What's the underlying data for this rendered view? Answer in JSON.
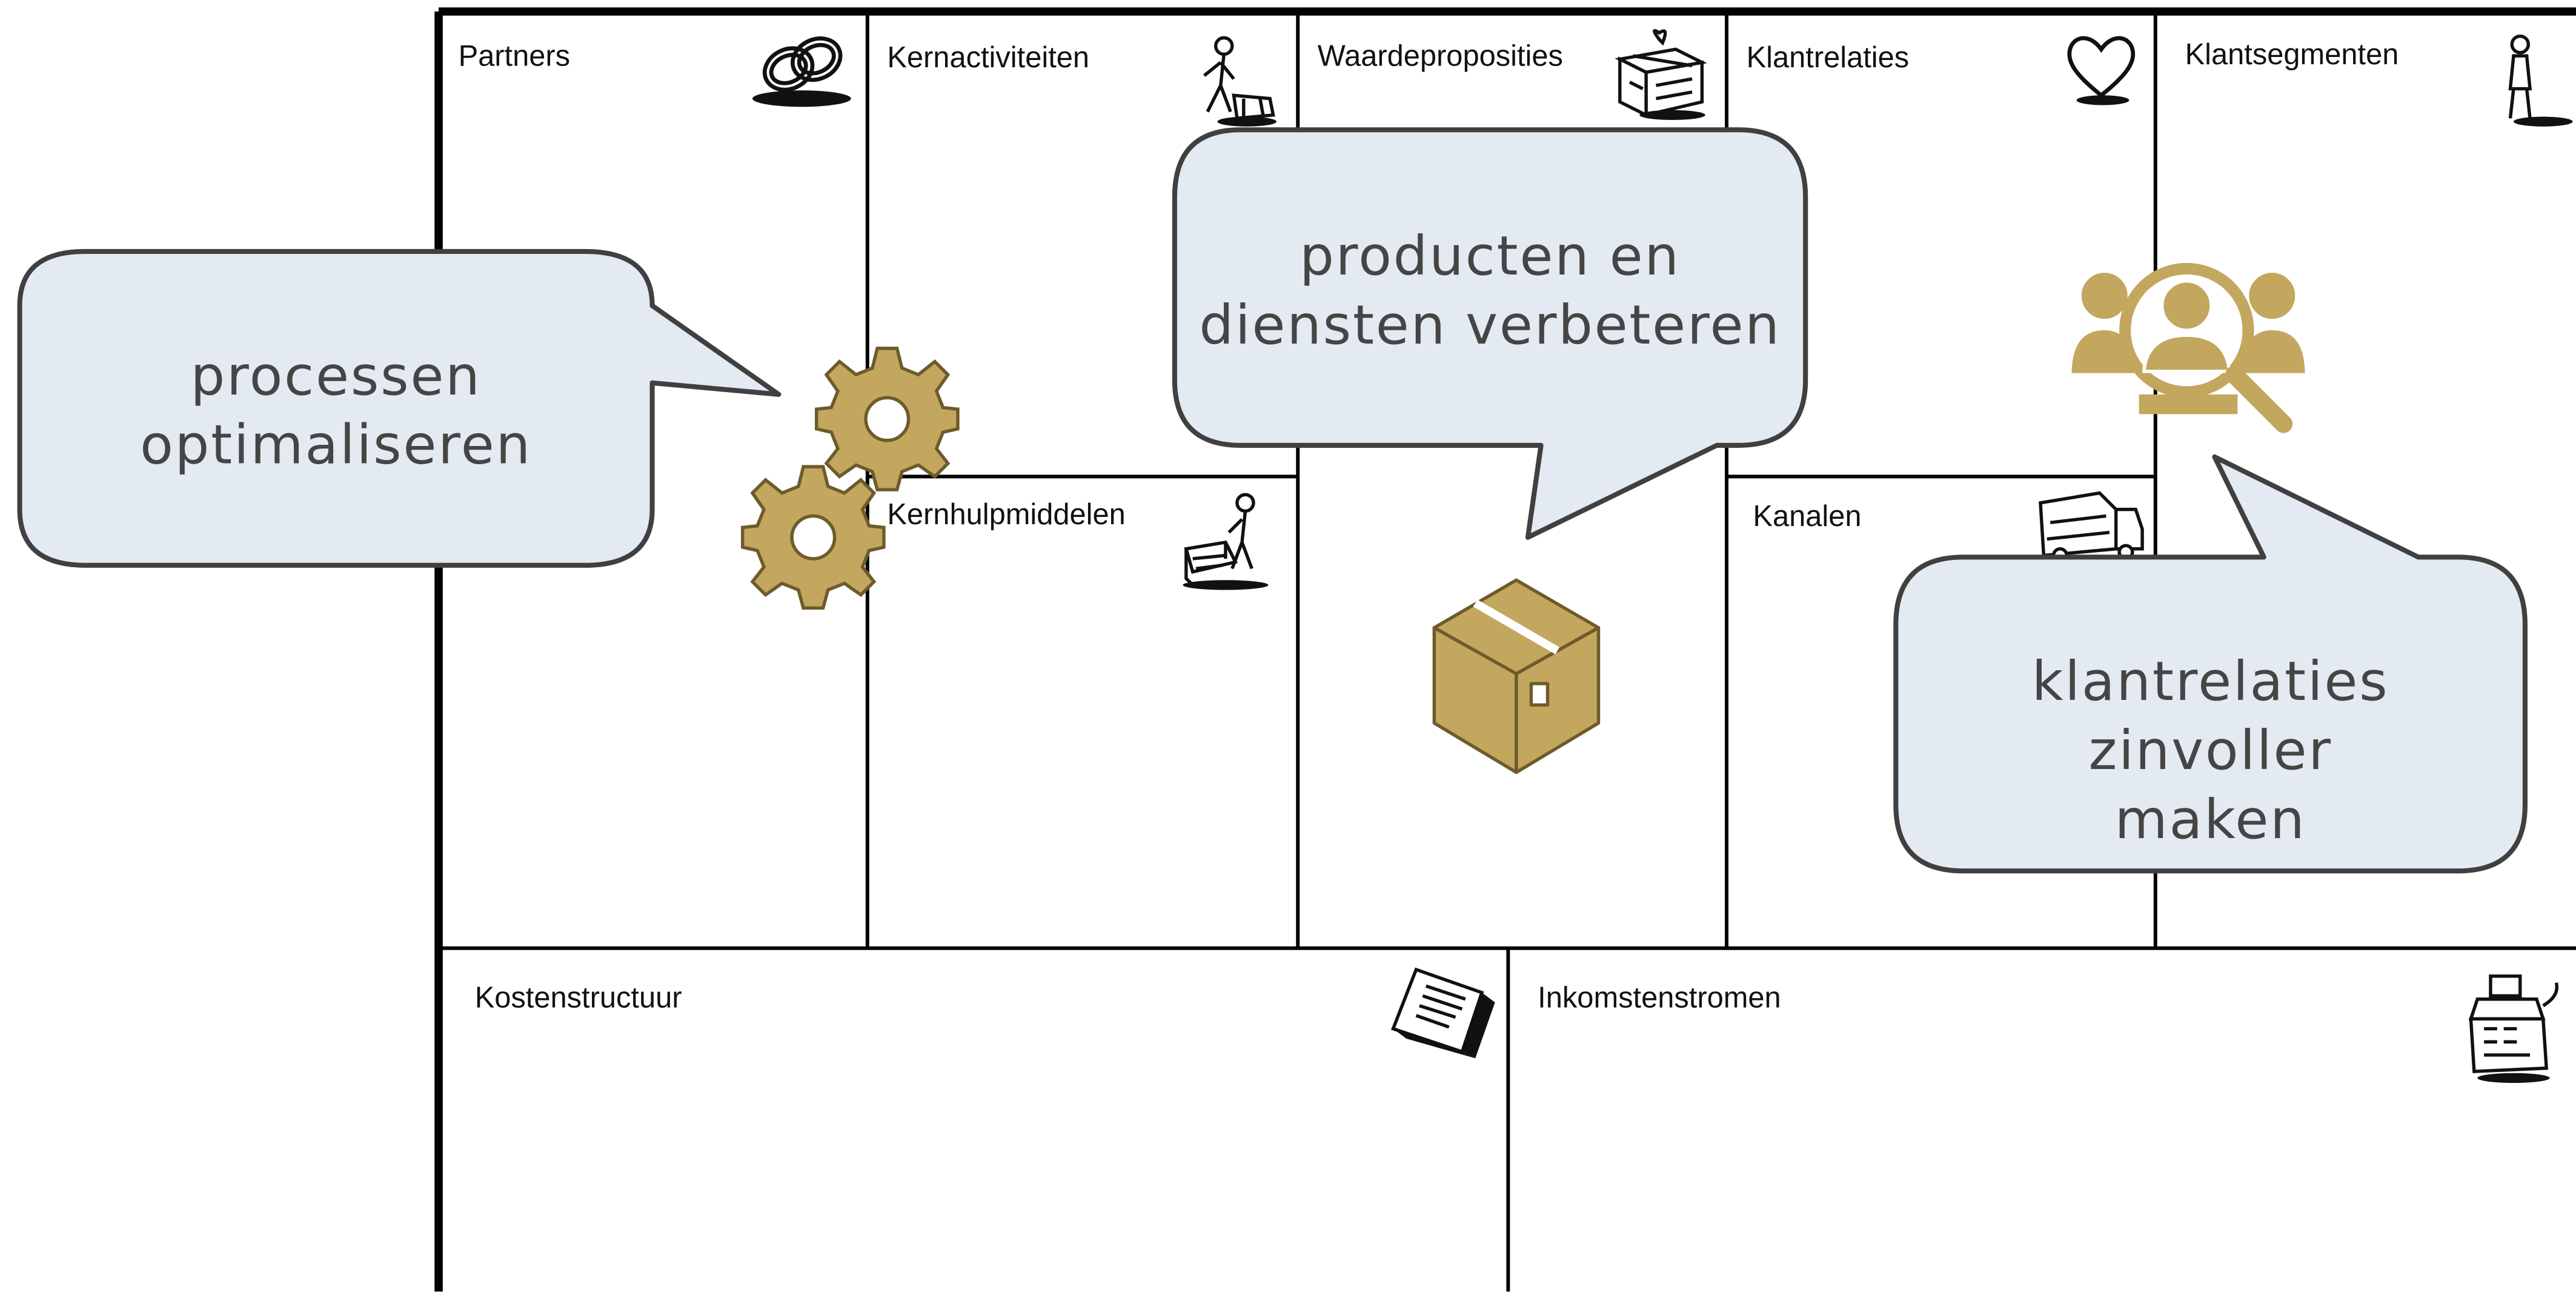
{
  "canvas": {
    "cells": {
      "partners": "Partners",
      "kernactiviteiten": "Kernactiviteiten",
      "waardeproposities": "Waardeproposities",
      "klantrelaties": "Klantrelaties",
      "klantsegmenten": "Klantsegmenten",
      "kernhulpmiddelen": "Kernhulpmiddelen",
      "kanalen": "Kanalen",
      "kostenstructuur": "Kostenstructuur",
      "inkomstenstromen": "Inkomstenstromen"
    },
    "icons": {
      "partners": "rings-icon",
      "kernactiviteiten": "worker-icon",
      "waardeproposities": "gift-box-icon",
      "klantrelaties": "heart-icon",
      "klantsegmenten": "person-icon",
      "kernhulpmiddelen": "forklift-worker-icon",
      "kanalen": "truck-icon",
      "kostenstructuur": "invoice-icon",
      "inkomstenstromen": "cash-register-icon"
    }
  },
  "bubbles": {
    "processes": {
      "line1": "processen",
      "line2": "optimaliseren"
    },
    "products": {
      "line1": "producten en",
      "line2": "diensten verbeteren"
    },
    "relations": {
      "line1": "klantrelaties zinvoller",
      "line2": "maken"
    }
  },
  "accent_icons": [
    "gears-icon",
    "package-box-icon",
    "customer-search-icon"
  ],
  "colors": {
    "bubble_fill": "#e4eaf2",
    "bubble_stroke": "#404040",
    "accent": "#c3a75e",
    "accent_stroke": "#6e5b2b",
    "grid_line": "#000000"
  }
}
